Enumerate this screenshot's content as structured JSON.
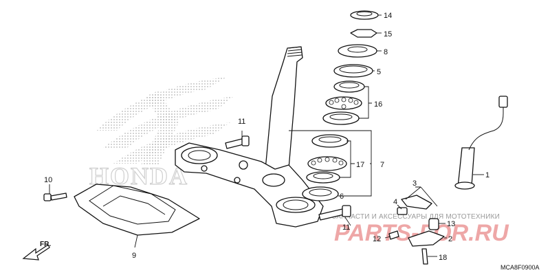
{
  "diagram": {
    "drawing_code": "MCA8F0900A",
    "direction_label": "FR.",
    "brand_word": "HONDA",
    "callouts": [
      {
        "id": "14",
        "label": "14"
      },
      {
        "id": "15",
        "label": "15"
      },
      {
        "id": "8",
        "label": "8"
      },
      {
        "id": "5",
        "label": "5"
      },
      {
        "id": "16",
        "label": "16"
      },
      {
        "id": "11a",
        "label": "11"
      },
      {
        "id": "17",
        "label": "17"
      },
      {
        "id": "7",
        "label": "7"
      },
      {
        "id": "6",
        "label": "6"
      },
      {
        "id": "1",
        "label": "1"
      },
      {
        "id": "10",
        "label": "10"
      },
      {
        "id": "3",
        "label": "3"
      },
      {
        "id": "4",
        "label": "4"
      },
      {
        "id": "11b",
        "label": "11"
      },
      {
        "id": "13",
        "label": "13"
      },
      {
        "id": "12",
        "label": "12"
      },
      {
        "id": "2",
        "label": "2"
      },
      {
        "id": "9",
        "label": "9"
      },
      {
        "id": "18",
        "label": "18"
      }
    ]
  },
  "watermark": {
    "caption": "ЗАПЧАСТИ И АКСЕССУАРЫ ДЛЯ МОТОТЕХНИКИ",
    "logo_text": "PARTS-FOR.RU"
  },
  "colors": {
    "line": "#111111",
    "halftone": "#bdbdbd",
    "watermark_red": "#e88a8a"
  }
}
